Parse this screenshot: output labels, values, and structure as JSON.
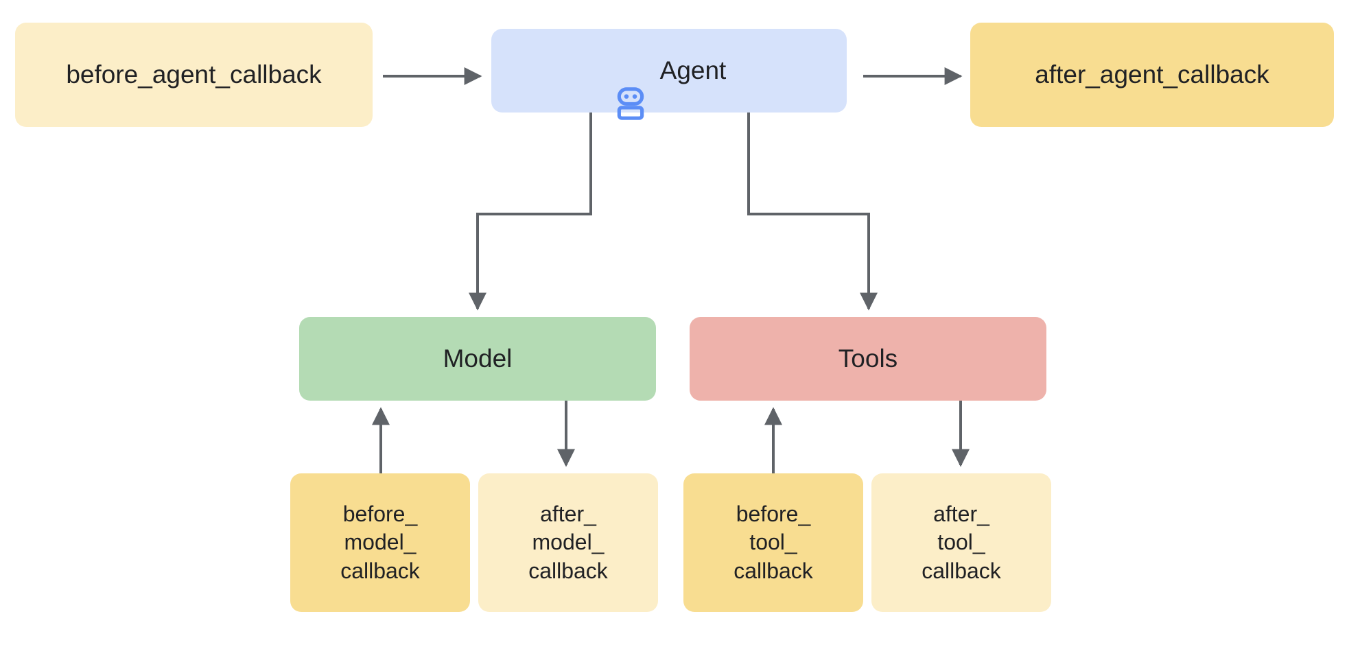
{
  "diagram": {
    "title": "Agent callbacks lifecycle diagram",
    "background": "#ffffff"
  },
  "palette": {
    "yellow_light": "#fceec8",
    "yellow_medium": "#f8dd91",
    "blue_light": "#d6e2fb",
    "green": "#b4dbb4",
    "red": "#eeb2ab",
    "connector": "#5f6368",
    "text": "#202124",
    "icon_blue": "#5b8df6"
  },
  "nodes": {
    "before_agent": {
      "label": "before_agent_callback",
      "fill": "#fceec8"
    },
    "agent": {
      "label": "Agent",
      "fill": "#d6e2fb",
      "icon": "robot-icon"
    },
    "after_agent": {
      "label": "after_agent_callback",
      "fill": "#f8dd91"
    },
    "model": {
      "label": "Model",
      "fill": "#b4dbb4"
    },
    "tools": {
      "label": "Tools",
      "fill": "#eeb2ab"
    },
    "before_model": {
      "label": "before_\nmodel_\ncallback",
      "fill": "#f8dd91"
    },
    "after_model": {
      "label": "after_\nmodel_\ncallback",
      "fill": "#fceec8"
    },
    "before_tool": {
      "label": "before_\ntool_\ncallback",
      "fill": "#f8dd91"
    },
    "after_tool": {
      "label": "after_\ntool_\ncallback",
      "fill": "#fceec8"
    }
  },
  "connectors": [
    {
      "name": "before-agent-to-agent",
      "from": "before_agent",
      "to": "agent",
      "direction": "right"
    },
    {
      "name": "agent-to-after-agent",
      "from": "agent",
      "to": "after_agent",
      "direction": "right"
    },
    {
      "name": "agent-to-model",
      "from": "agent",
      "to": "model",
      "direction": "down"
    },
    {
      "name": "agent-to-tools",
      "from": "agent",
      "to": "tools",
      "direction": "down"
    },
    {
      "name": "before-model-to-model",
      "from": "before_model",
      "to": "model",
      "direction": "up"
    },
    {
      "name": "model-to-after-model",
      "from": "model",
      "to": "after_model",
      "direction": "down"
    },
    {
      "name": "before-tool-to-tools",
      "from": "before_tool",
      "to": "tools",
      "direction": "up"
    },
    {
      "name": "tools-to-after-tool",
      "from": "tools",
      "to": "after_tool",
      "direction": "down"
    }
  ]
}
